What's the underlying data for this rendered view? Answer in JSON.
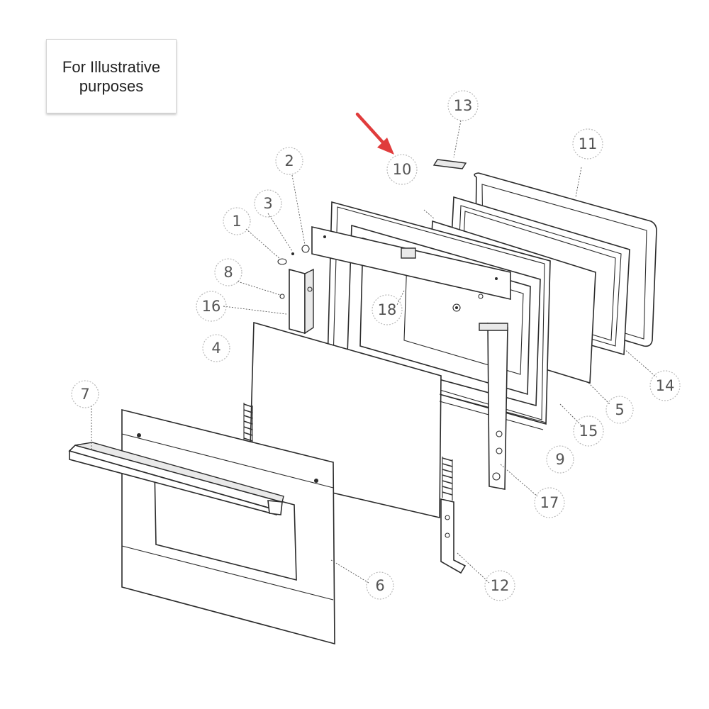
{
  "note": {
    "line1": "For Illustrative",
    "line2": "purposes"
  },
  "highlight": {
    "target": "10",
    "arrow_color": "#e03c3c"
  },
  "callouts": {
    "c1": "1",
    "c2": "2",
    "c3": "3",
    "c4": "4",
    "c5": "5",
    "c6": "6",
    "c7": "7",
    "c8": "8",
    "c9": "9",
    "c10": "10",
    "c11": "11",
    "c12": "12",
    "c13": "13",
    "c14": "14",
    "c15": "15",
    "c16": "16",
    "c17": "17",
    "c18": "18"
  }
}
